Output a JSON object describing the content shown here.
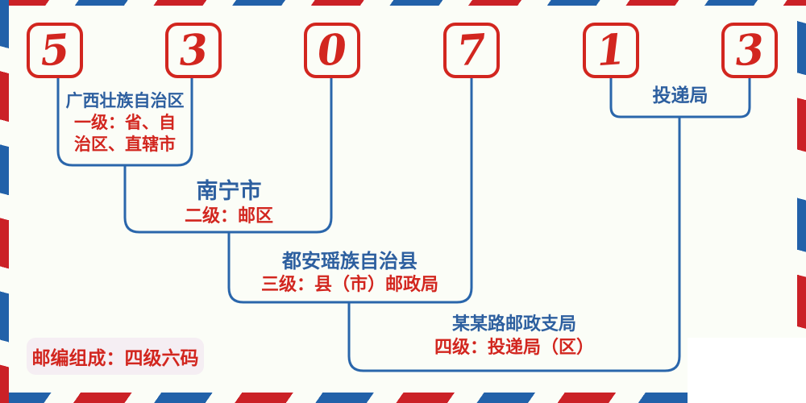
{
  "postal_code": {
    "digits": [
      "5",
      "3",
      "0",
      "7",
      "1",
      "3"
    ]
  },
  "levels": [
    {
      "place": "广西壮族自治区",
      "desc_line1": "一级：省、自",
      "desc_line2": "治区、直辖市"
    },
    {
      "place": "南宁市",
      "desc": "二级：邮区"
    },
    {
      "place": "都安瑶族自治县",
      "desc": "三级：县（市）邮政局"
    },
    {
      "place": "某某路邮政支局",
      "desc": "四级：投递局（区）"
    }
  ],
  "delivery_label": "投递局",
  "footer_badge": "邮编组成：四级六码",
  "colors": {
    "background": "#fbfdf7",
    "red": "#d2261f",
    "blue_line": "#2a66ab",
    "blue_text": "#2d5f9f",
    "stripe_red": "#cb2127",
    "stripe_blue": "#2261a9",
    "badge_bg": "#f5eef3"
  }
}
